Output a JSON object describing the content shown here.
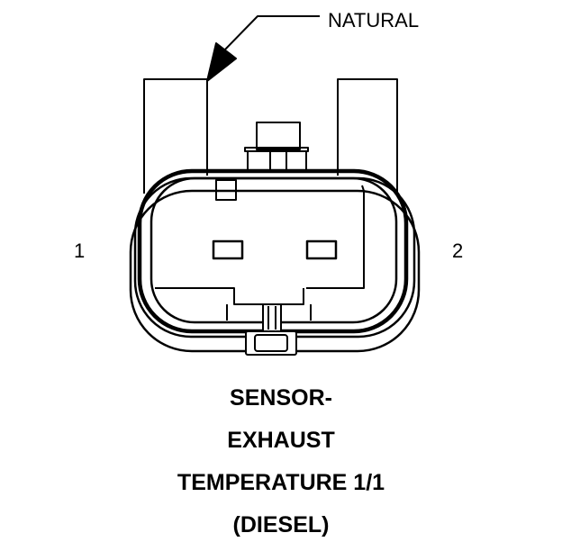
{
  "callout": {
    "label": "NATURAL"
  },
  "pins": {
    "left": "1",
    "right": "2"
  },
  "title": {
    "lines": [
      "SENSOR-",
      "EXHAUST",
      "TEMPERATURE 1/1",
      "(DIESEL)"
    ]
  },
  "colors": {
    "line": "#000000",
    "background": "#ffffff"
  }
}
